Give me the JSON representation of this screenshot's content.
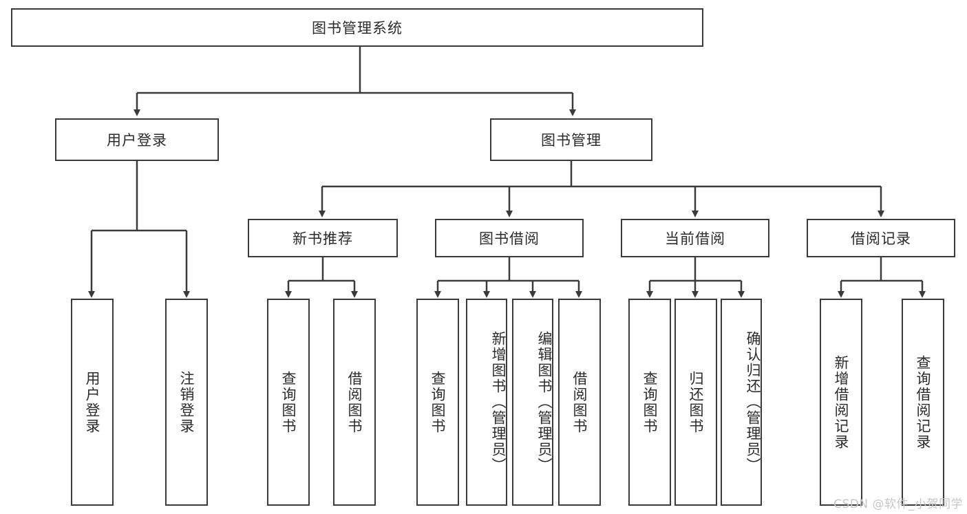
{
  "diagram": {
    "title": "图书管理系统",
    "type": "hierarchy-tree",
    "root": {
      "label": "图书管理系统"
    },
    "level1": [
      {
        "label": "用户登录"
      },
      {
        "label": "图书管理"
      }
    ],
    "level2": [
      {
        "label": "新书推荐"
      },
      {
        "label": "图书借阅"
      },
      {
        "label": "当前借阅"
      },
      {
        "label": "借阅记录"
      }
    ],
    "leaves": {
      "user_login": [
        {
          "label": "用户登录"
        },
        {
          "label": "注销登录"
        }
      ],
      "new_book_recommend": [
        {
          "label": "查询图书"
        },
        {
          "label": "借阅图书"
        }
      ],
      "book_borrow": [
        {
          "label": "查询图书"
        },
        {
          "label": "新增图书（管理员）"
        },
        {
          "label": "编辑图书（管理员）"
        },
        {
          "label": "借阅图书"
        }
      ],
      "current_borrow": [
        {
          "label": "查询图书"
        },
        {
          "label": "归还图书"
        },
        {
          "label": "确认归还（管理员）"
        }
      ],
      "borrow_record": [
        {
          "label": "新增借阅记录"
        },
        {
          "label": "查询借阅记录"
        }
      ]
    }
  },
  "watermark": {
    "text": "CSDN @软件_小贺同学"
  },
  "colors": {
    "box_border": "#3a3a3a",
    "text": "#2b2b2b",
    "background": "#ffffff",
    "watermark": "#c6c6c6"
  }
}
